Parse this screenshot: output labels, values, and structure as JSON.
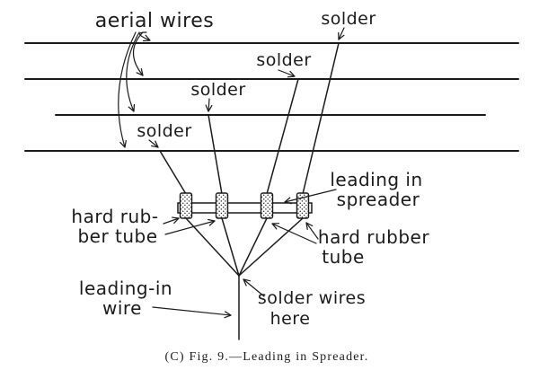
{
  "figure": {
    "labels": {
      "aerial_wires": "aerial wires",
      "solder_top": "solder",
      "solder_second": "solder",
      "solder_third": "solder",
      "solder_fourth": "solder",
      "leading_in_spreader_line1": "leading in",
      "leading_in_spreader_line2": "spreader",
      "hard_rubber_left_line1": "hard rub-",
      "hard_rubber_left_line2": "ber tube",
      "hard_rubber_right_line1": "hard rubber",
      "hard_rubber_right_line2": "tube",
      "leading_in_wire_line1": "leading-in",
      "leading_in_wire_line2": "wire",
      "solder_wires_here_line1": "solder wires",
      "solder_wires_here_line2": "here"
    },
    "caption": "(C) Fig. 9.—Leading in Spreader.",
    "colors": {
      "ink": "#1b1b1b",
      "paper": "#ffffff"
    }
  }
}
